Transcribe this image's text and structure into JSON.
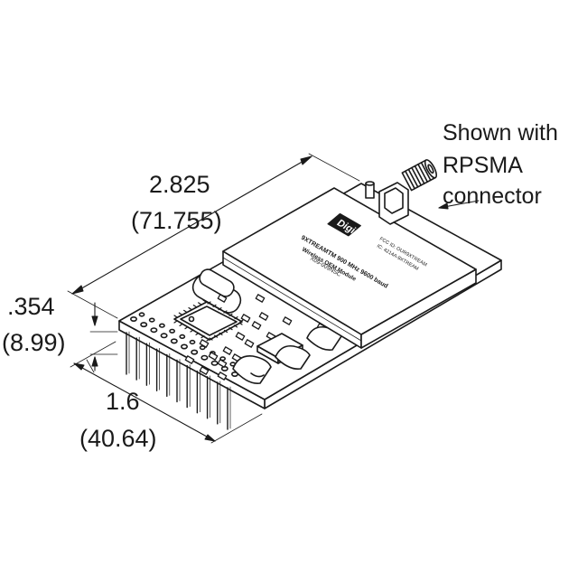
{
  "dimensions": {
    "length": {
      "inches": "2.825",
      "mm": "(71.755)"
    },
    "height": {
      "inches": ".354",
      "mm": "(8.99)"
    },
    "width": {
      "inches": "1.6",
      "mm": "(40.64)"
    }
  },
  "callout": {
    "line1": "Shown with",
    "line2": "RPSMA",
    "line3": "connector"
  },
  "shield_label": {
    "brand": "Digi",
    "line1": "9XTREAMTM 900 MHz 9600 baud",
    "line2": "Wireless OEM Module",
    "line3": "X09-009NSC",
    "fcc1": "FCC ID: OUR9XTREAM",
    "fcc2": "IC: 4214A-9XTREAM"
  },
  "colors": {
    "ink": "#1a1a1a",
    "paper": "#ffffff",
    "shadow": "#d9d9d9"
  },
  "icons": [
    "digi-logo",
    "rpsma-connector"
  ]
}
